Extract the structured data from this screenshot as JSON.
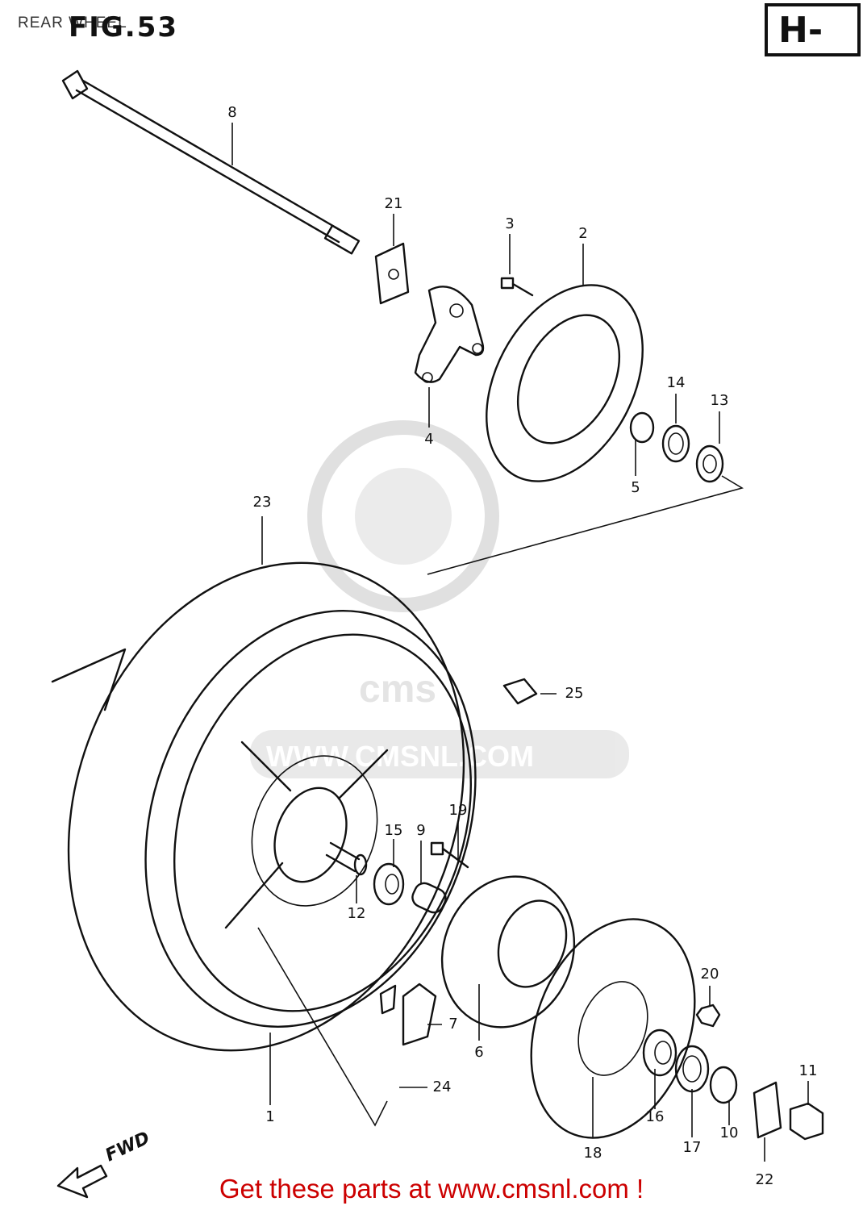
{
  "page_title": "REAR WHEEL",
  "figure_title": "FIG.53",
  "section_code": "H-",
  "direction_label": "FWD",
  "promo_text": "Get these parts at www.cmsnl.com !",
  "watermark": "WWW.CMSNL.COM",
  "parts": {
    "p1": "1",
    "p2": "2",
    "p3": "3",
    "p4": "4",
    "p5": "5",
    "p6": "6",
    "p7": "7",
    "p8": "8",
    "p9": "9",
    "p10": "10",
    "p11": "11",
    "p12": "12",
    "p13": "13",
    "p14": "14",
    "p15": "15",
    "p16": "16",
    "p17": "17",
    "p18": "18",
    "p19": "19",
    "p20": "20",
    "p21": "21",
    "p22": "22",
    "p23": "23",
    "p24": "24",
    "p25": "25"
  }
}
